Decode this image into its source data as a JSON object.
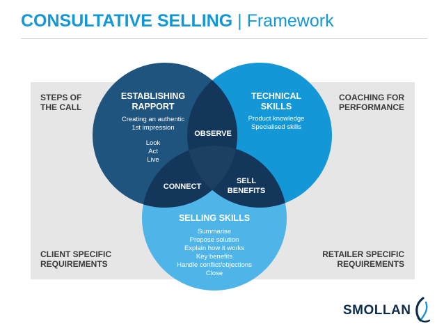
{
  "title": {
    "bold": "CONSULTATIVE SELLING",
    "separator": " | ",
    "rest": "Framework"
  },
  "corners": {
    "top_left": [
      "STEPS OF",
      "THE CALL"
    ],
    "top_right": [
      "COACHING FOR",
      "PERFORMANCE"
    ],
    "bottom_left": [
      "CLIENT SPECIFIC",
      "REQUIREMENTS"
    ],
    "bottom_right": [
      "RETAILER SPECIFIC",
      "REQUIREMENTS"
    ]
  },
  "circles": {
    "rapport": {
      "heading": [
        "ESTABLISHING",
        "RAPPORT"
      ],
      "body": [
        "Creating an authentic",
        "1st impression"
      ],
      "list": [
        "Look",
        "Act",
        "Live"
      ],
      "color": "#1f547f"
    },
    "technical": {
      "heading": [
        "TECHNICAL",
        "SKILLS"
      ],
      "body": [
        "Product knowledge",
        "Specialised skills"
      ],
      "color": "#1497d6"
    },
    "selling": {
      "heading": "SELLING SKILLS",
      "body": [
        "Summarise",
        "Propose solution",
        "Explain how it works",
        "Key benefits",
        "Handle conflict/objections",
        "Close"
      ],
      "color": "#4fb5e8"
    }
  },
  "overlaps": {
    "observe": "OBSERVE",
    "connect": "CONNECT",
    "sell_benefits": [
      "SELL",
      "BENEFITS"
    ],
    "pair_color": "#13365a",
    "center_color": "#1c3f63"
  },
  "logo": {
    "text": "SMOLLAN",
    "mark_icon": "swirl-logo-icon",
    "colors": [
      "#0d2c4c",
      "#1497d6"
    ]
  }
}
